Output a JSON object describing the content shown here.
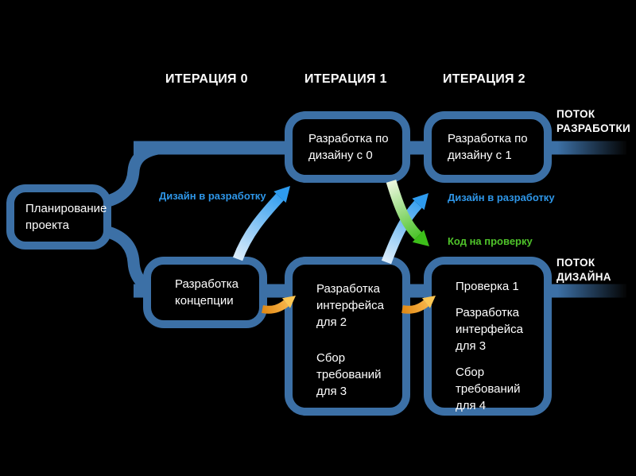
{
  "headers": [
    "ИТЕРАЦИЯ 0",
    "ИТЕРАЦИЯ 1",
    "ИТЕРАЦИЯ 2"
  ],
  "streams": {
    "development": {
      "label": "ПОТОК\nРАЗРАБОТКИ"
    },
    "design": {
      "label": "ПОТОК\nДИЗАЙНА"
    }
  },
  "nodes": {
    "planning": {
      "text": "Планирование\nпроекта"
    },
    "dev_iter1": {
      "text": "Разработка по\nдизайну с 0"
    },
    "dev_iter2": {
      "text": "Разработка по\nдизайну с 1"
    },
    "design_iter0": {
      "text": "Разработка\nконцепции"
    },
    "design_iter1": {
      "paragraphs": [
        "Разработка\nинтерфейса\nдля 2",
        "Сбор\nтребований\nдля 3"
      ]
    },
    "design_iter2": {
      "paragraphs": [
        "Проверка 1",
        "Разработка\nинтерфейса\nдля 3",
        "Сбор\nтребований\nдля 4"
      ]
    }
  },
  "arrow_labels": {
    "design_to_dev_1": "Дизайн в разработку",
    "design_to_dev_2": "Дизайн в разработку",
    "code_to_review": "Код на проверку"
  },
  "colors": {
    "background": "#000000",
    "node_border": "#3c70a6",
    "stream": "#3c70a6",
    "text": "#ffffff",
    "arrow_blue": "#2e9bee",
    "arrow_green": "#3dbf1a",
    "arrow_orange": "#f2a93c",
    "label_blue": "#2e96e8",
    "label_green": "#4fc32a"
  }
}
